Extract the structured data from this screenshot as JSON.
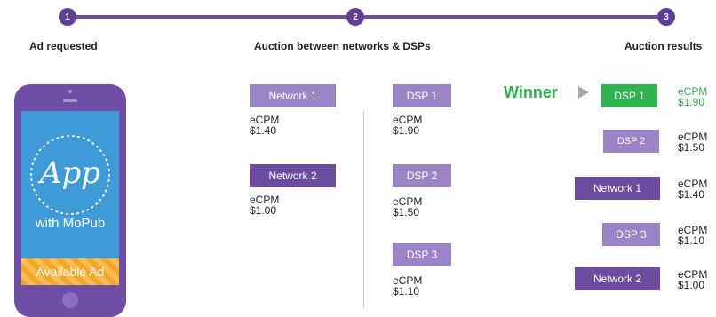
{
  "steps": [
    {
      "number": "1",
      "label": "Ad requested"
    },
    {
      "number": "2",
      "label": "Auction between networks & DSPs"
    },
    {
      "number": "3",
      "label": "Auction results"
    }
  ],
  "phone": {
    "app_word": "App",
    "subtitle": "with MoPub",
    "ad_label": "Available Ad"
  },
  "networks": [
    {
      "label": "Network 1",
      "ecpm_label": "eCPM",
      "value": "$1.40"
    },
    {
      "label": "Network 2",
      "ecpm_label": "eCPM",
      "value": "$1.00"
    }
  ],
  "dsps": [
    {
      "label": "DSP 1",
      "ecpm_label": "eCPM",
      "value": "$1.90"
    },
    {
      "label": "DSP 2",
      "ecpm_label": "eCPM",
      "value": "$1.50"
    },
    {
      "label": "DSP 3",
      "ecpm_label": "eCPM",
      "value": "$1.10"
    }
  ],
  "results": {
    "winner_label": "Winner",
    "items": [
      {
        "label": "DSP 1",
        "ecpm_label": "eCPM",
        "value": "$1.90"
      },
      {
        "label": "DSP 2",
        "ecpm_label": "eCPM",
        "value": "$1.50"
      },
      {
        "label": "Network 1",
        "ecpm_label": "eCPM",
        "value": "$1.40"
      },
      {
        "label": "DSP 3",
        "ecpm_label": "eCPM",
        "value": "$1.10"
      },
      {
        "label": "Network 2",
        "ecpm_label": "eCPM",
        "value": "$1.00"
      }
    ]
  },
  "colors": {
    "purple": "#6b4c9e",
    "light_purple": "#9c85c7",
    "winner_green": "#2eb34e",
    "screen_blue": "#3f9ad8",
    "ad_orange": "#f5a623"
  }
}
